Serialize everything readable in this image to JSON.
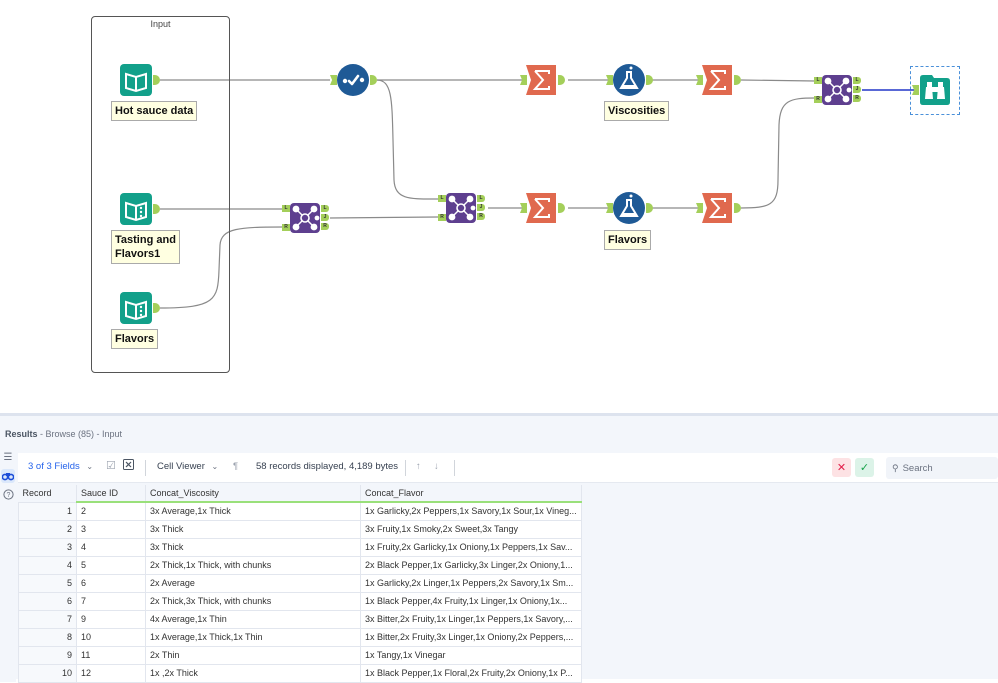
{
  "canvas": {
    "container": {
      "title": "Input"
    },
    "tools": {
      "hot_sauce_input": {
        "label": "Hot sauce data",
        "icon": "input-data-book-icon"
      },
      "tasting_input": {
        "label_line1": "Tasting and",
        "label_line2": "Flavors1",
        "icon": "input-data-book-icon"
      },
      "flavors_input": {
        "label": "Flavors",
        "icon": "input-data-book-icon"
      },
      "select_tool": {
        "icon": "select-check-icon"
      },
      "join_1": {
        "icon": "join-icon",
        "anchors": [
          "L",
          "J",
          "R"
        ],
        "inputs": [
          "L",
          "R"
        ]
      },
      "join_2": {
        "icon": "join-icon",
        "anchors": [
          "L",
          "J",
          "R"
        ],
        "inputs": [
          "L",
          "R"
        ]
      },
      "join_3": {
        "icon": "join-icon",
        "anchors": [
          "L",
          "J",
          "R"
        ],
        "inputs": [
          "L",
          "R"
        ]
      },
      "summarize_1": {
        "icon": "sigma-summarize-icon"
      },
      "summarize_2": {
        "icon": "sigma-summarize-icon"
      },
      "summarize_3": {
        "icon": "sigma-summarize-icon"
      },
      "summarize_4": {
        "icon": "sigma-summarize-icon"
      },
      "formula_viscosities": {
        "label": "Viscosities",
        "icon": "flask-formula-icon"
      },
      "formula_flavors": {
        "label": "Flavors",
        "icon": "flask-formula-icon"
      },
      "browse": {
        "icon": "binoculars-browse-icon"
      }
    },
    "colors": {
      "input_teal": "#12a08a",
      "select_blue": "#1f5a96",
      "join_purple": "#5e3f8f",
      "summarize_orange": "#e0694e",
      "anchor_green": "#a4cf5a",
      "wire_gray": "#8a8a8a",
      "selected_wire_blue": "#2236c8"
    }
  },
  "results": {
    "title_bold": "Results",
    "title_rest": " - Browse (85) - Input",
    "toolbar": {
      "fields_label": "3 of 3 Fields",
      "cell_viewer_label": "Cell Viewer",
      "records_info": "58 records displayed, 4,189 bytes",
      "search_placeholder": "Search"
    },
    "columns": [
      "Record",
      "Sauce ID",
      "Concat_Viscosity",
      "Concat_Flavor"
    ],
    "rows": [
      {
        "record": "1",
        "sauce_id": "2",
        "viscosity": "3x Average,1x Thick",
        "flavor": "1x Garlicky,2x Peppers,1x Savory,1x Sour,1x Vineg..."
      },
      {
        "record": "2",
        "sauce_id": "3",
        "viscosity": "3x Thick",
        "flavor": "3x Fruity,1x Smoky,2x Sweet,3x Tangy"
      },
      {
        "record": "3",
        "sauce_id": "4",
        "viscosity": "3x Thick",
        "flavor": "1x Fruity,2x Garlicky,1x Oniony,1x Peppers,1x Sav..."
      },
      {
        "record": "4",
        "sauce_id": "5",
        "viscosity": "2x Thick,1x Thick, with chunks",
        "flavor": "2x Black Pepper,1x Garlicky,3x Linger,2x Oniony,1..."
      },
      {
        "record": "5",
        "sauce_id": "6",
        "viscosity": "2x Average",
        "flavor": "1x Garlicky,2x Linger,1x Peppers,2x Savory,1x Sm..."
      },
      {
        "record": "6",
        "sauce_id": "7",
        "viscosity": "2x Thick,3x Thick, with chunks",
        "flavor": "1x Black Pepper,4x Fruity,1x Linger,1x Oniony,1x..."
      },
      {
        "record": "7",
        "sauce_id": "9",
        "viscosity": "4x Average,1x Thin",
        "flavor": "3x Bitter,2x Fruity,1x Linger,1x Peppers,1x Savory,..."
      },
      {
        "record": "8",
        "sauce_id": "10",
        "viscosity": "1x Average,1x Thick,1x Thin",
        "flavor": "1x Bitter,2x Fruity,3x Linger,1x Oniony,2x Peppers,..."
      },
      {
        "record": "9",
        "sauce_id": "11",
        "viscosity": "2x Thin",
        "flavor": "1x Tangy,1x Vinegar"
      },
      {
        "record": "10",
        "sauce_id": "12",
        "viscosity": "1x ,2x Thick",
        "flavor": "1x Black Pepper,1x Floral,2x Fruity,2x Oniony,1x P..."
      }
    ]
  }
}
